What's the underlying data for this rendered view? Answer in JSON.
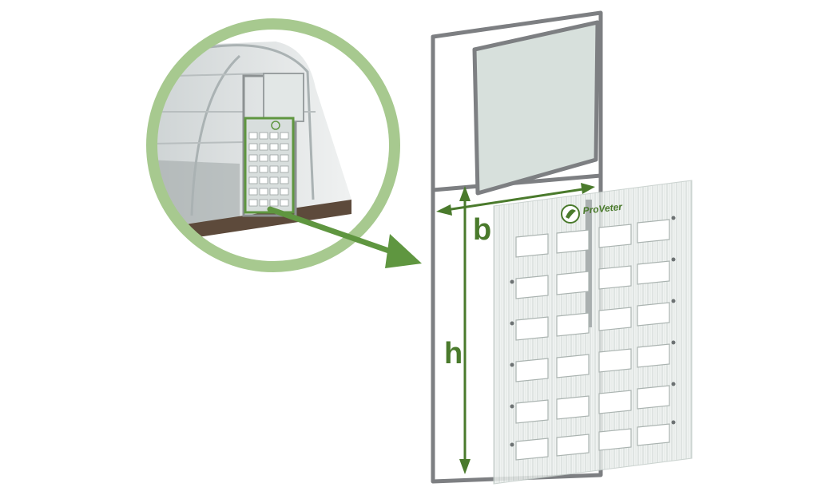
{
  "brand": {
    "name": "ProVeter",
    "color": "#4a7a2c"
  },
  "dimensions": {
    "width_label": "b",
    "height_label": "h"
  },
  "colors": {
    "accent_green": "#5f9640",
    "circle_green": "#a7c98f",
    "frame_gray": "#7d7f82",
    "panel_fill": "#d7e0dc",
    "floor_brown": "#5d4a3b"
  },
  "icons": {
    "inset": "greenhouse-icon",
    "logo": "proveter-logo-icon",
    "pointer": "arrow-right-icon"
  }
}
